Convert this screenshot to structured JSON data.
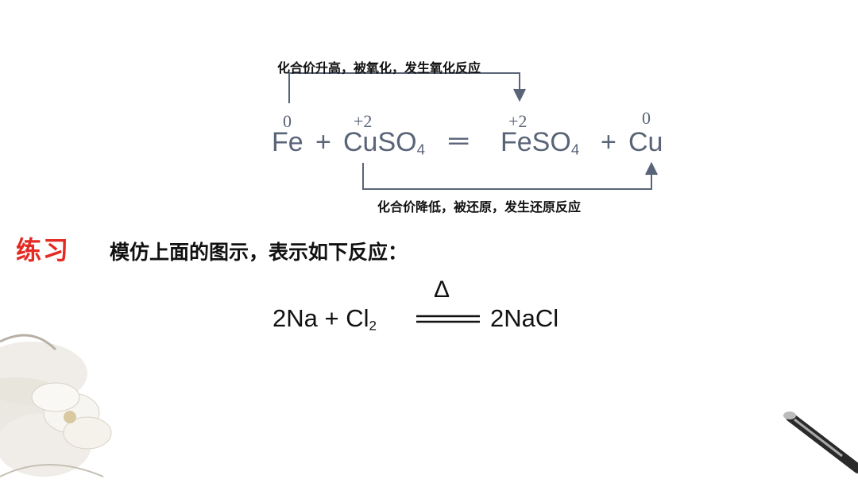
{
  "diagram": {
    "top_note": "化合价升高，被氧化，发生氧化反应",
    "bottom_note": "化合价降低，被还原，发生还原反应",
    "reactant1": "Fe",
    "plus1": "+",
    "reactant2": "CuSO",
    "reactant2_sub": "4",
    "equals": "═",
    "product1": "FeSO",
    "product1_sub": "4",
    "plus2": "+",
    "product2": "Cu",
    "ox_fe": "0",
    "ox_cu_reactant": "+2",
    "ox_fe_product": "+2",
    "ox_cu_product": "0"
  },
  "exercise": {
    "label": "练习",
    "instruction": "模仿上面的图示，表示如下反应："
  },
  "reaction": {
    "left": "2Na + Cl",
    "cl_sub": "2",
    "heat_symbol": "Δ",
    "right": "2NaCl"
  },
  "colors": {
    "accent_red": "#e42a22",
    "arrow_color": "#5a6478"
  }
}
